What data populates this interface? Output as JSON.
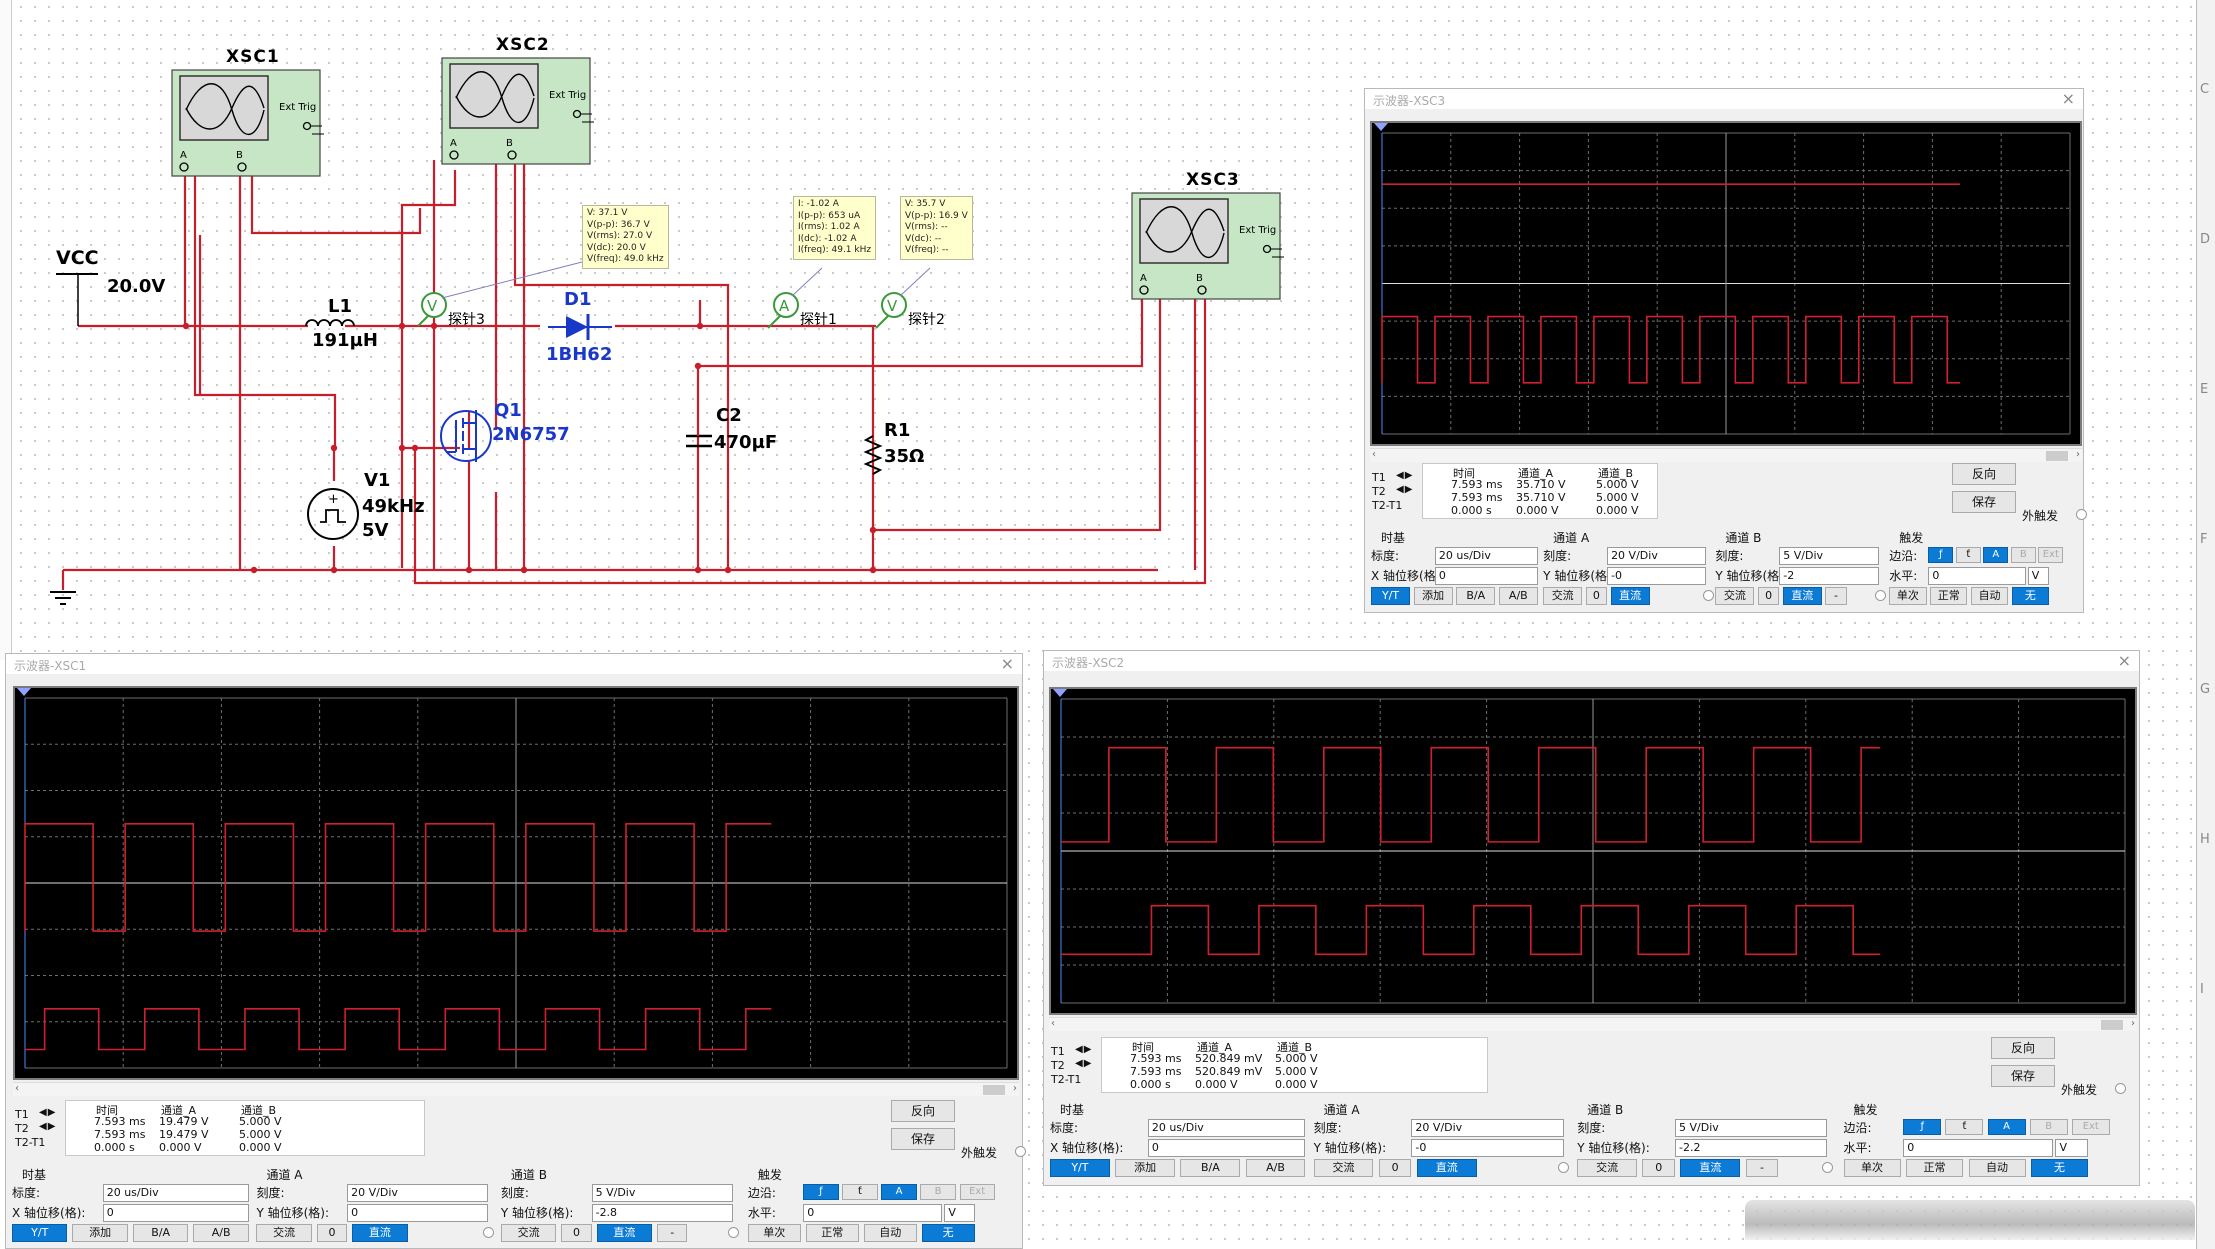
{
  "schematic": {
    "instruments": {
      "xsc1": "XSC1",
      "xsc2": "XSC2",
      "xsc3": "XSC3",
      "ext_trig": "Ext Trig",
      "ch_a": "A",
      "ch_b": "B"
    },
    "vcc_label": "VCC",
    "vcc_value": "20.0V",
    "l1_ref": "L1",
    "l1_value": "191µH",
    "d1_ref": "D1",
    "d1_value": "1BH62",
    "q1_ref": "Q1",
    "q1_value": "2N6757",
    "c2_ref": "C2",
    "c2_value": "470µF",
    "r1_ref": "R1",
    "r1_value": "35Ω",
    "v1_ref": "V1",
    "v1_freq": "49kHz",
    "v1_amp": "5V",
    "probe3": "探针3",
    "probe1": "探针1",
    "probe2": "探针2",
    "probe_v": "V",
    "probe_a": "A",
    "tip_probe3": [
      "V: 37.1 V",
      "V(p-p): 36.7 V",
      "V(rms): 27.0 V",
      "V(dc): 20.0 V",
      "V(freq): 49.0 kHz"
    ],
    "tip_probe1": [
      "I: -1.02 A",
      "I(p-p): 653 uA",
      "I(rms): 1.02 A",
      "I(dc): -1.02 A",
      "I(freq): 49.1 kHz"
    ],
    "tip_probe2": [
      "V: 35.7 V",
      "V(p-p): 16.9 V",
      "V(rms): --",
      "V(dc): --",
      "V(freq): --"
    ]
  },
  "colors": {
    "wire": "#c81e2c",
    "trace": "#d02030",
    "grid": "#6e6e6e",
    "label_blue": "#1a38c8",
    "screen_bg": "#000000",
    "selected_button": "#0c7bd6"
  },
  "ruler_letters": [
    "C",
    "D",
    "E",
    "F",
    "G",
    "H",
    "I"
  ],
  "scopes": {
    "xsc3": {
      "title": "示波器-XSC3",
      "readout": {
        "headers": [
          "时间",
          "通道_A",
          "通道_B"
        ],
        "rows": [
          [
            "T1",
            "7.593 ms",
            "35.710 V",
            "5.000 V"
          ],
          [
            "T2",
            "7.593 ms",
            "35.710 V",
            "5.000 V"
          ],
          [
            "T2-T1",
            "0.000 s",
            "0.000 V",
            "0.000 V"
          ]
        ]
      },
      "btn_reverse": "反向",
      "btn_save": "保存",
      "ext_trigger": "外触发",
      "timebase": {
        "title": "时基",
        "scale_label": "标度:",
        "scale": "20 us/Div",
        "xpos_label": "X 轴位移(格):",
        "xpos": "0",
        "modes": [
          "Y/T",
          "添加",
          "B/A",
          "A/B"
        ]
      },
      "cha": {
        "title": "通道 A",
        "scale_label": "刻度:",
        "scale": "20  V/Div",
        "ypos_label": "Y 轴位移(格):",
        "ypos": "-0",
        "coupling": [
          "交流",
          "0",
          "直流"
        ]
      },
      "chb": {
        "title": "通道 B",
        "scale_label": "刻度:",
        "scale": "5  V/Div",
        "ypos_label": "Y 轴位移(格):",
        "ypos": "-2",
        "coupling": [
          "交流",
          "0",
          "直流",
          "-"
        ]
      },
      "trigger": {
        "title": "触发",
        "edge_label": "边沿:",
        "edges": [
          "ƒ",
          "ƭ",
          "A",
          "B",
          "Ext"
        ],
        "level_label": "水平:",
        "level": "0",
        "unit": "V",
        "modes": [
          "单次",
          "正常",
          "自动",
          "无"
        ]
      }
    },
    "xsc1": {
      "title": "示波器-XSC1",
      "readout": {
        "headers": [
          "时间",
          "通道_A",
          "通道_B"
        ],
        "rows": [
          [
            "T1",
            "7.593 ms",
            "19.479 V",
            "5.000 V"
          ],
          [
            "T2",
            "7.593 ms",
            "19.479 V",
            "5.000 V"
          ],
          [
            "T2-T1",
            "0.000 s",
            "0.000 V",
            "0.000 V"
          ]
        ]
      },
      "btn_reverse": "反向",
      "btn_save": "保存",
      "ext_trigger": "外触发",
      "timebase": {
        "title": "时基",
        "scale_label": "标度:",
        "scale": "20 us/Div",
        "xpos_label": "X 轴位移(格):",
        "xpos": "0",
        "modes": [
          "Y/T",
          "添加",
          "B/A",
          "A/B"
        ]
      },
      "cha": {
        "title": "通道 A",
        "scale_label": "刻度:",
        "scale": "20  V/Div",
        "ypos_label": "Y 轴位移(格):",
        "ypos": "0",
        "coupling": [
          "交流",
          "0",
          "直流"
        ]
      },
      "chb": {
        "title": "通道 B",
        "scale_label": "刻度:",
        "scale": "5  V/Div",
        "ypos_label": "Y 轴位移(格):",
        "ypos": "-2.8",
        "coupling": [
          "交流",
          "0",
          "直流",
          "-"
        ]
      },
      "trigger": {
        "title": "触发",
        "edge_label": "边沿:",
        "edges": [
          "ƒ",
          "ƭ",
          "A",
          "B",
          "Ext"
        ],
        "level_label": "水平:",
        "level": "0",
        "unit": "V",
        "modes": [
          "单次",
          "正常",
          "自动",
          "无"
        ]
      }
    },
    "xsc2": {
      "title": "示波器-XSC2",
      "readout": {
        "headers": [
          "时间",
          "通道_A",
          "通道_B"
        ],
        "rows": [
          [
            "T1",
            "7.593 ms",
            "520.849 mV",
            "5.000 V"
          ],
          [
            "T2",
            "7.593 ms",
            "520.849 mV",
            "5.000 V"
          ],
          [
            "T2-T1",
            "0.000 s",
            "0.000 V",
            "0.000 V"
          ]
        ]
      },
      "btn_reverse": "反向",
      "btn_save": "保存",
      "ext_trigger": "外触发",
      "timebase": {
        "title": "时基",
        "scale_label": "标度:",
        "scale": "20 us/Div",
        "xpos_label": "X 轴位移(格):",
        "xpos": "0",
        "modes": [
          "Y/T",
          "添加",
          "B/A",
          "A/B"
        ]
      },
      "cha": {
        "title": "通道 A",
        "scale_label": "刻度:",
        "scale": "20  V/Div",
        "ypos_label": "Y 轴位移(格):",
        "ypos": "-0",
        "coupling": [
          "交流",
          "0",
          "直流"
        ]
      },
      "chb": {
        "title": "通道 B",
        "scale_label": "刻度:",
        "scale": "5  V/Div",
        "ypos_label": "Y 轴位移(格):",
        "ypos": "-2.2",
        "coupling": [
          "交流",
          "0",
          "直流",
          "-"
        ]
      },
      "trigger": {
        "title": "触发",
        "edge_label": "边沿:",
        "edges": [
          "ƒ",
          "ƭ",
          "A",
          "B",
          "Ext"
        ],
        "level_label": "水平:",
        "level": "0",
        "unit": "V",
        "modes": [
          "单次",
          "正常",
          "自动",
          "无"
        ]
      }
    }
  }
}
